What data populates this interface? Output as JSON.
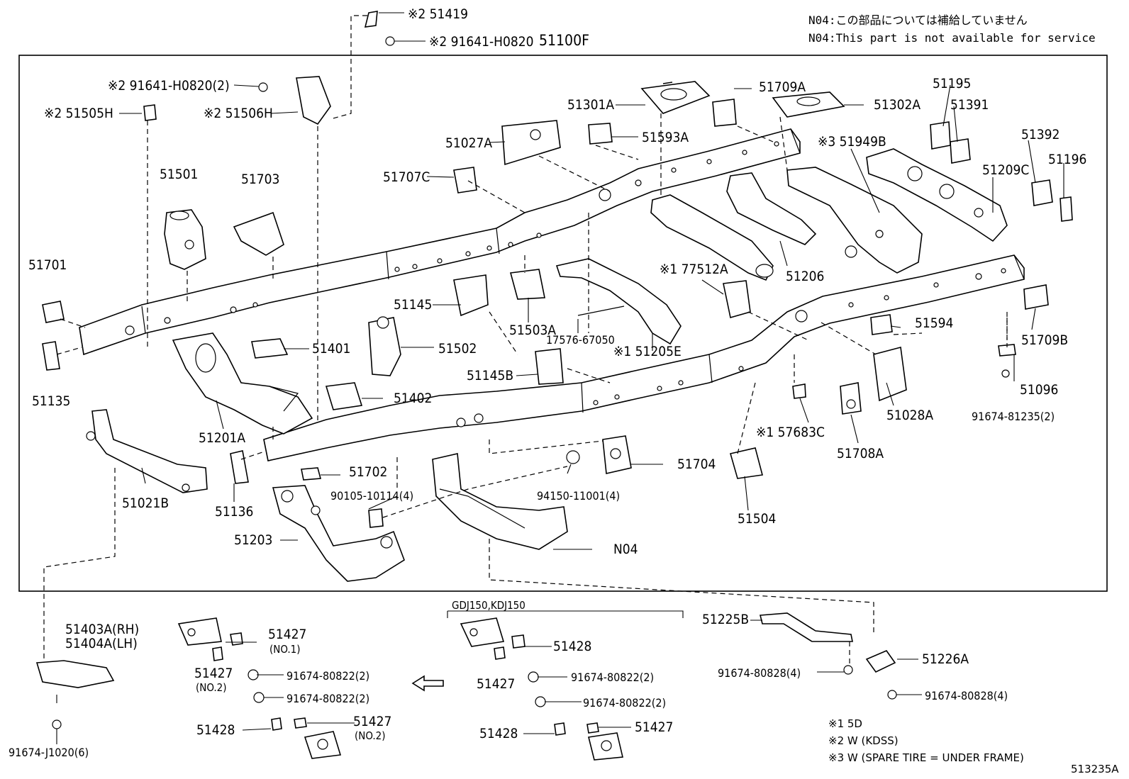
{
  "notes": {
    "ja": "N04:この部品については補給していません",
    "en": "N04:This part is not available for service"
  },
  "assembly_label": "51100F",
  "parts": [
    {
      "id": "p51419",
      "text": "※2 51419"
    },
    {
      "id": "p91641b",
      "text": "※2 91641-H0820"
    },
    {
      "id": "p91641a",
      "text": "※2 91641-H0820(2)"
    },
    {
      "id": "p51505h",
      "text": "※2 51505H"
    },
    {
      "id": "p51506h",
      "text": "※2 51506H"
    },
    {
      "id": "p51501",
      "text": "51501"
    },
    {
      "id": "p51703",
      "text": "51703"
    },
    {
      "id": "p51701",
      "text": "51701"
    },
    {
      "id": "p51135",
      "text": "51135"
    },
    {
      "id": "p51401",
      "text": "51401"
    },
    {
      "id": "p51502",
      "text": "51502"
    },
    {
      "id": "p51402",
      "text": "51402"
    },
    {
      "id": "p51201a",
      "text": "51201A"
    },
    {
      "id": "p51021b",
      "text": "51021B"
    },
    {
      "id": "p51136",
      "text": "51136"
    },
    {
      "id": "p51702",
      "text": "51702"
    },
    {
      "id": "p51203",
      "text": "51203"
    },
    {
      "id": "p90105",
      "text": "90105-10114(4)"
    },
    {
      "id": "p94150",
      "text": "94150-11001(4)"
    },
    {
      "id": "pn04",
      "text": "N04"
    },
    {
      "id": "p51704",
      "text": "51704"
    },
    {
      "id": "p51504",
      "text": "51504"
    },
    {
      "id": "p51027a",
      "text": "51027A"
    },
    {
      "id": "p51707c",
      "text": "51707C"
    },
    {
      "id": "p51301a",
      "text": "51301A"
    },
    {
      "id": "p51593a",
      "text": "51593A"
    },
    {
      "id": "p51709a",
      "text": "51709A"
    },
    {
      "id": "p51302a",
      "text": "51302A"
    },
    {
      "id": "p51949b",
      "text": "※3 51949B"
    },
    {
      "id": "p51195",
      "text": "51195"
    },
    {
      "id": "p51391",
      "text": "51391"
    },
    {
      "id": "p51392",
      "text": "51392"
    },
    {
      "id": "p51196",
      "text": "51196"
    },
    {
      "id": "p51209c",
      "text": "51209C"
    },
    {
      "id": "p51206",
      "text": "51206"
    },
    {
      "id": "p77512a",
      "text": "※1 77512A"
    },
    {
      "id": "p51145",
      "text": "51145"
    },
    {
      "id": "p51503a",
      "text": "51503A"
    },
    {
      "id": "p17576",
      "text": "17576-67050"
    },
    {
      "id": "p51205e",
      "text": "※1 51205E"
    },
    {
      "id": "p51145b",
      "text": "51145B"
    },
    {
      "id": "p51594",
      "text": "51594"
    },
    {
      "id": "p51709b",
      "text": "51709B"
    },
    {
      "id": "p51096",
      "text": "51096"
    },
    {
      "id": "p91674_81235",
      "text": "91674-81235(2)"
    },
    {
      "id": "p51028a",
      "text": "51028A"
    },
    {
      "id": "p57683c",
      "text": "※1 57683C"
    },
    {
      "id": "p51708a",
      "text": "51708A"
    },
    {
      "id": "p51403a",
      "text": "51403A(RH)"
    },
    {
      "id": "p51404a",
      "text": "51404A(LH)"
    },
    {
      "id": "p91674_j1020",
      "text": "91674-J1020(6)"
    },
    {
      "id": "p51427_1",
      "text": "51427"
    },
    {
      "id": "p51427_1n",
      "text": "(NO.1)"
    },
    {
      "id": "p51427_2",
      "text": "51427"
    },
    {
      "id": "p51427_2n",
      "text": "(NO.2)"
    },
    {
      "id": "p91674_80822a",
      "text": "91674-80822(2)"
    },
    {
      "id": "p91674_80822b",
      "text": "91674-80822(2)"
    },
    {
      "id": "p51428a",
      "text": "51428"
    },
    {
      "id": "p51427_3",
      "text": "51427"
    },
    {
      "id": "p51427_3n",
      "text": "(NO.2)"
    },
    {
      "id": "pgdj",
      "text": "GDJ150,KDJ150"
    },
    {
      "id": "p51428b",
      "text": "51428"
    },
    {
      "id": "p51427_4",
      "text": "51427"
    },
    {
      "id": "p91674_80822c",
      "text": "91674-80822(2)"
    },
    {
      "id": "p91674_80822d",
      "text": "91674-80822(2)"
    },
    {
      "id": "p51428c",
      "text": "51428"
    },
    {
      "id": "p51427_5",
      "text": "51427"
    },
    {
      "id": "p51225b",
      "text": "51225B"
    },
    {
      "id": "p51226a",
      "text": "51226A"
    },
    {
      "id": "p91674_80828a",
      "text": "91674-80828(4)"
    },
    {
      "id": "p91674_80828b",
      "text": "91674-80828(4)"
    }
  ],
  "footnotes": [
    "※1 5D",
    "※2 W (KDSS)",
    "※3 W (SPARE TIRE = UNDER FRAME)"
  ],
  "figure_id": "513235A"
}
